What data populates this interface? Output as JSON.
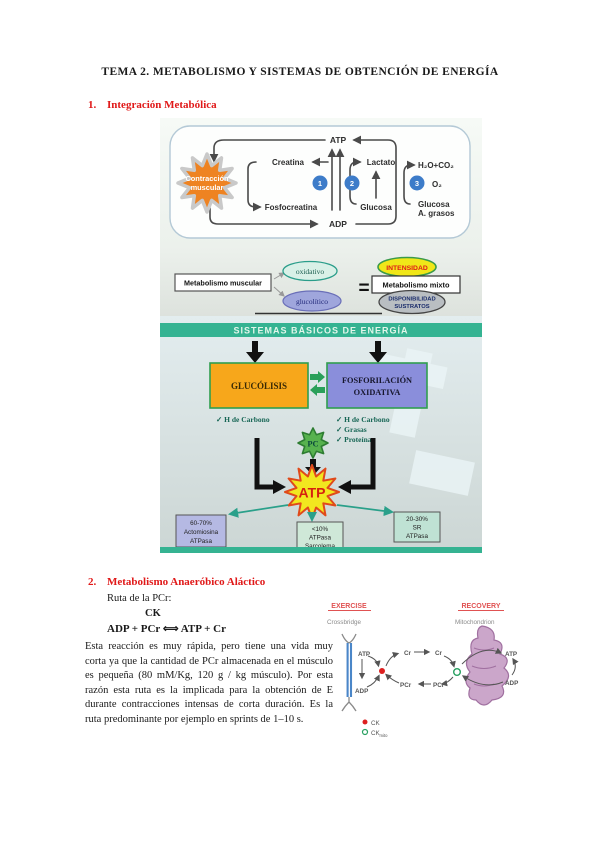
{
  "colors": {
    "heading_red": "#e01818",
    "teal_band": "#35b392",
    "starburst_orange": "#ee8322",
    "glucolisis_orange": "#f7a71b",
    "fosforilacion_purple": "#8a8edb",
    "atp_star_yellow": "#f2e71f",
    "intensity_yellow": "#f0e718",
    "step_circle_blue": "#3d7cc9",
    "mito_pink": "#cba6ca",
    "exercise_red": "#e05252"
  },
  "doc": {
    "title": "TEMA 2. METABOLISMO Y SISTEMAS DE OBTENCIÓN DE ENERGÍA"
  },
  "section1": {
    "num": "1.",
    "title": "Integración Metabólica"
  },
  "section2": {
    "num": "2.",
    "title": "Metabolismo Anaeróbico Aláctico",
    "ruta": "Ruta de la PCr:",
    "enzyme": "CK",
    "equation": "ADP + PCr ⟺ ATP + Cr",
    "paragraph": "Esta reacción es muy rápida, pero tiene una vida muy corta ya que la cantidad de PCr almacenada en el músculo es pequeña (80 mM/Kg, 120 g / kg músculo). Por esta razón esta ruta es la implicada para la obtención de E durante contracciones intensas de corta duración. Es la ruta predominante por ejemplo en sprints de 1–10 s."
  },
  "fig1": {
    "contraction_line1": "Contracción",
    "contraction_line2": "muscular",
    "atp": "ATP",
    "adp": "ADP",
    "creatina": "Creatina",
    "fosfocreatina": "Fosfocreatina",
    "lactato": "Lactato",
    "glucosa": "Glucosa",
    "h2o_co2": "H₂O+CO₂",
    "o2": "O₂",
    "glucosa_grasos_1": "Glucosa",
    "glucosa_grasos_2": "A. grasos",
    "step1": "1",
    "step2": "2",
    "step3": "3",
    "met_muscular": "Metabolismo muscular",
    "oxidativo": "oxidativo",
    "glucolitico": "glucolítico",
    "equals": "=",
    "met_mixto": "Metabolismo mixto",
    "intensidad": "INTENSIDAD",
    "disponibilidad_1": "DISPONIBILIDAD",
    "disponibilidad_2": "SUSTRATOS"
  },
  "fig2": {
    "header": "SISTEMAS BÁSICOS DE ENERGÍA",
    "glucolisis": "GLUCÓLISIS",
    "fosforilacion_1": "FOSFORILACIÓN",
    "fosforilacion_2": "OXIDATIVA",
    "check_hcarbono_left": "✓ H de Carbono",
    "check_hcarbono_right": "✓ H de Carbono",
    "check_grasas": "✓ Grasas",
    "check_proteinas": "✓ Proteínas",
    "pc": "PC",
    "atp": "ATP",
    "box_left": [
      "60-70%",
      "Actomiosina",
      "ATPasa"
    ],
    "box_mid": [
      "<10%",
      "ATPasa",
      "Sarcolema"
    ],
    "box_right": [
      "20-30%",
      "SR",
      "ATPasa"
    ]
  },
  "fig3": {
    "exercise": "EXERCISE",
    "recovery": "RECOVERY",
    "crossbridge": "Crossbridge",
    "mitochondrion": "Mitochondrion",
    "atp_cross": "ATP",
    "adp_cross": "ADP",
    "cr_left": "Cr",
    "cr_right": "Cr",
    "pcr_left": "PCr",
    "pcr_right": "PCr",
    "atp_mito": "ATP",
    "adp_mito": "ADP",
    "legend_ck": "CK",
    "legend_ckmito": "CK",
    "legend_ckmito_sub": "mito"
  }
}
